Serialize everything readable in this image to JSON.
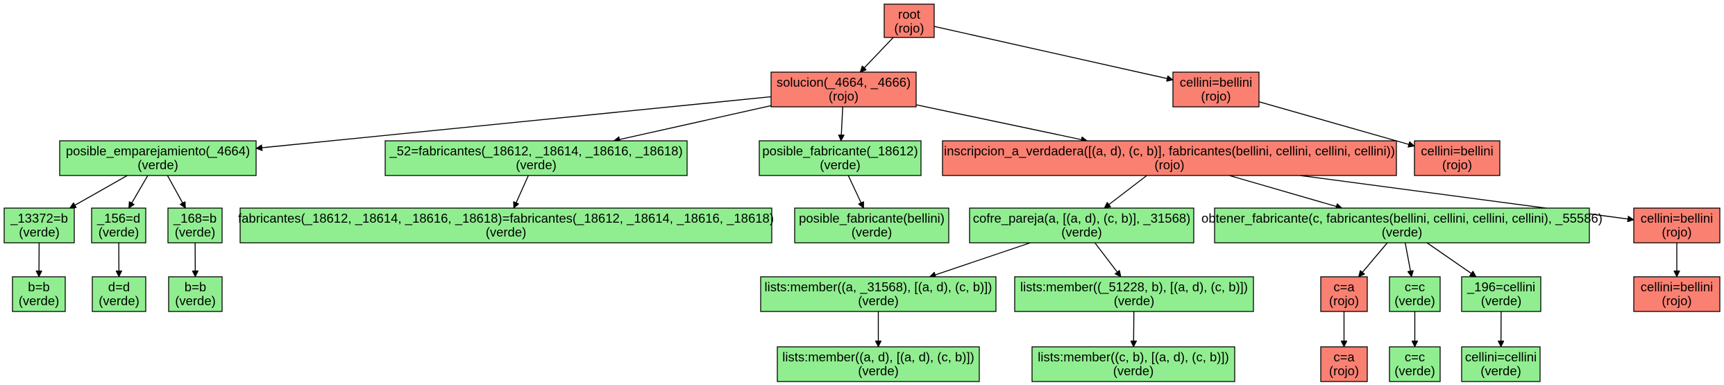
{
  "colors": {
    "rojo": "#fa8072",
    "verde": "#90ee90"
  },
  "nodes": {
    "root": {
      "label": "root",
      "status": "(rojo)",
      "color": "rojo"
    },
    "solucion": {
      "label": "solucion(_4664, _4666)",
      "status": "(rojo)",
      "color": "rojo"
    },
    "cellini_top": {
      "label": "cellini=bellini",
      "status": "(rojo)",
      "color": "rojo"
    },
    "posible_emp": {
      "label": "posible_emparejamiento(_4664)",
      "status": "(verde)",
      "color": "verde"
    },
    "fabricantes_52": {
      "label": "_52=fabricantes(_18612, _18614, _18616, _18618)",
      "status": "(verde)",
      "color": "verde"
    },
    "posible_fab": {
      "label": "posible_fabricante(_18612)",
      "status": "(verde)",
      "color": "verde"
    },
    "inscripcion": {
      "label": "inscripcion_a_verdadera([(a, d), (c, b)], fabricantes(bellini, cellini, cellini, cellini))",
      "status": "(rojo)",
      "color": "rojo"
    },
    "cellini_r2": {
      "label": "cellini=bellini",
      "status": "(rojo)",
      "color": "rojo"
    },
    "n13372": {
      "label": "_13372=b",
      "status": "(verde)",
      "color": "verde"
    },
    "n156": {
      "label": "_156=d",
      "status": "(verde)",
      "color": "verde"
    },
    "n168": {
      "label": "_168=b",
      "status": "(verde)",
      "color": "verde"
    },
    "fab_eq": {
      "label": "fabricantes(_18612, _18614, _18616, _18618)=fabricantes(_18612, _18614, _18616, _18618)",
      "status": "(verde)",
      "color": "verde"
    },
    "posible_fab_bellini": {
      "label": "posible_fabricante(bellini)",
      "status": "(verde)",
      "color": "verde"
    },
    "cofre": {
      "label": "cofre_pareja(a, [(a, d), (c, b)], _31568)",
      "status": "(verde)",
      "color": "verde"
    },
    "obtener": {
      "label": "obtener_fabricante(c, fabricantes(bellini, cellini, cellini, cellini), _55586)",
      "status": "(verde)",
      "color": "verde"
    },
    "cellini_r3": {
      "label": "cellini=bellini",
      "status": "(rojo)",
      "color": "rojo"
    },
    "bb1": {
      "label": "b=b",
      "status": "(verde)",
      "color": "verde"
    },
    "dd": {
      "label": "d=d",
      "status": "(verde)",
      "color": "verde"
    },
    "bb2": {
      "label": "b=b",
      "status": "(verde)",
      "color": "verde"
    },
    "member1": {
      "label": "lists:member((a, _31568), [(a, d), (c, b)])",
      "status": "(verde)",
      "color": "verde"
    },
    "member2": {
      "label": "lists:member((_51228, b), [(a, d), (c, b)])",
      "status": "(verde)",
      "color": "verde"
    },
    "ca": {
      "label": "c=a",
      "status": "(rojo)",
      "color": "rojo"
    },
    "cc": {
      "label": "c=c",
      "status": "(verde)",
      "color": "verde"
    },
    "n196": {
      "label": "_196=cellini",
      "status": "(verde)",
      "color": "verde"
    },
    "cellini_bellini": {
      "label": "cellini=bellini",
      "status": "(rojo)",
      "color": "rojo"
    },
    "member1b": {
      "label": "lists:member((a, d), [(a, d), (c, b)])",
      "status": "(verde)",
      "color": "verde"
    },
    "member2b": {
      "label": "lists:member((c, b), [(a, d), (c, b)])",
      "status": "(verde)",
      "color": "verde"
    },
    "ca2": {
      "label": "c=a",
      "status": "(rojo)",
      "color": "rojo"
    },
    "cc2": {
      "label": "c=c",
      "status": "(verde)",
      "color": "verde"
    },
    "cellini_cellini": {
      "label": "cellini=cellini",
      "status": "(verde)",
      "color": "verde"
    }
  },
  "edges": [
    [
      "root",
      "solucion"
    ],
    [
      "root",
      "cellini_top"
    ],
    [
      "solucion",
      "posible_emp"
    ],
    [
      "solucion",
      "fabricantes_52"
    ],
    [
      "solucion",
      "posible_fab"
    ],
    [
      "solucion",
      "inscripcion"
    ],
    [
      "cellini_top",
      "cellini_r2"
    ],
    [
      "posible_emp",
      "n13372"
    ],
    [
      "posible_emp",
      "n156"
    ],
    [
      "posible_emp",
      "n168"
    ],
    [
      "fabricantes_52",
      "fab_eq"
    ],
    [
      "posible_fab",
      "posible_fab_bellini"
    ],
    [
      "inscripcion",
      "cofre"
    ],
    [
      "inscripcion",
      "obtener"
    ],
    [
      "inscripcion",
      "cellini_r3"
    ],
    [
      "n13372",
      "bb1"
    ],
    [
      "n156",
      "dd"
    ],
    [
      "n168",
      "bb2"
    ],
    [
      "cofre",
      "member1"
    ],
    [
      "cofre",
      "member2"
    ],
    [
      "obtener",
      "ca"
    ],
    [
      "obtener",
      "cc"
    ],
    [
      "obtener",
      "n196"
    ],
    [
      "cellini_r3",
      "cellini_bellini"
    ],
    [
      "member1",
      "member1b"
    ],
    [
      "member2",
      "member2b"
    ],
    [
      "ca",
      "ca2"
    ],
    [
      "cc",
      "cc2"
    ],
    [
      "n196",
      "cellini_cellini"
    ]
  ]
}
